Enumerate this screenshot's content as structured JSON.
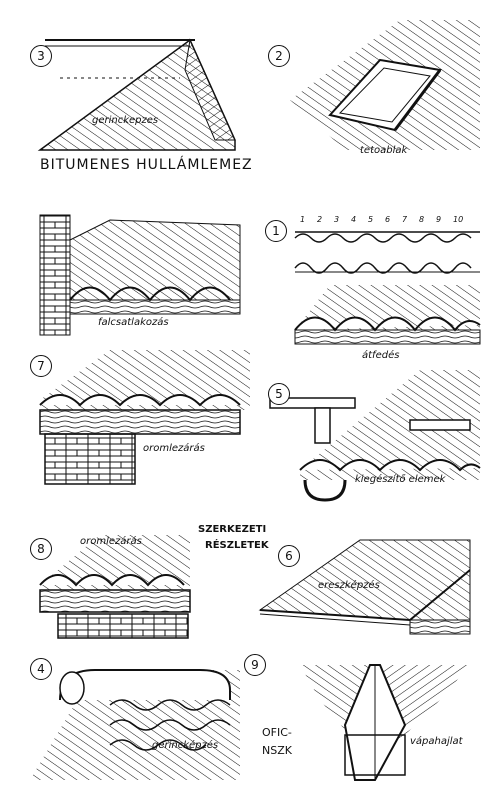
{
  "title": "BITUMENES HULLÁMLEMEZ",
  "subtitle_line1": "SZERKEZETI",
  "subtitle_line2": "RÉSZLETEK",
  "credit_line1": "OFIC-",
  "credit_line2": "NSZK",
  "panels": [
    {
      "number": "3",
      "label": "gerinckepzes"
    },
    {
      "number": "2",
      "label": "tetoablak"
    },
    {
      "number": "",
      "label": "falcsatlakozás"
    },
    {
      "number": "1",
      "label": "átfedés",
      "row_numbers": [
        "1",
        "2",
        "3",
        "4",
        "5",
        "6",
        "7",
        "8",
        "9",
        "10"
      ]
    },
    {
      "number": "7",
      "label": "oromlezárás"
    },
    {
      "number": "5",
      "label": "kiegészítő elemek"
    },
    {
      "number": "8",
      "label": "oromlezárás"
    },
    {
      "number": "6",
      "label": "ereszképzés"
    },
    {
      "number": "4",
      "label": "gerincképzés"
    },
    {
      "number": "9",
      "label": "vápahajlat"
    }
  ]
}
